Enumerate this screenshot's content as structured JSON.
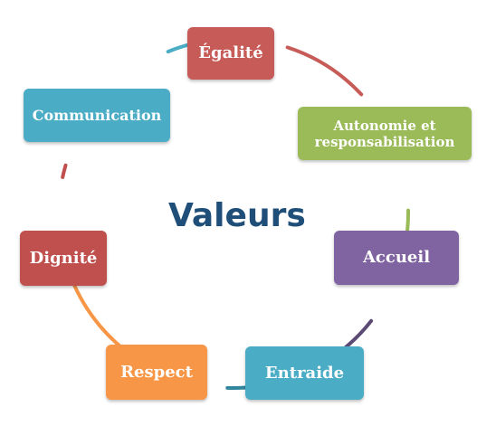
{
  "center": {
    "label": "Valeurs",
    "color": "#1f4e79"
  },
  "nodes": [
    {
      "key": "egalite",
      "label": "Égalité",
      "color": "#c65b57",
      "arc_color": "#c65b57"
    },
    {
      "key": "autonomie",
      "label": "Autonomie et responsabilisation",
      "color": "#9bbb59",
      "arc_color": "#9bbb59"
    },
    {
      "key": "accueil",
      "label": "Accueil",
      "color": "#8064a2",
      "arc_color": "#5a4a74"
    },
    {
      "key": "entraide",
      "label": "Entraide",
      "color": "#4bacc6",
      "arc_color": "#31859c"
    },
    {
      "key": "respect",
      "label": "Respect",
      "color": "#f79646",
      "arc_color": "#f79646"
    },
    {
      "key": "dignite",
      "label": "Dignité",
      "color": "#c0504d",
      "arc_color": "#c0504d"
    },
    {
      "key": "communication",
      "label": "Communication",
      "color": "#4bacc6",
      "arc_color": "#4bacc6"
    }
  ]
}
